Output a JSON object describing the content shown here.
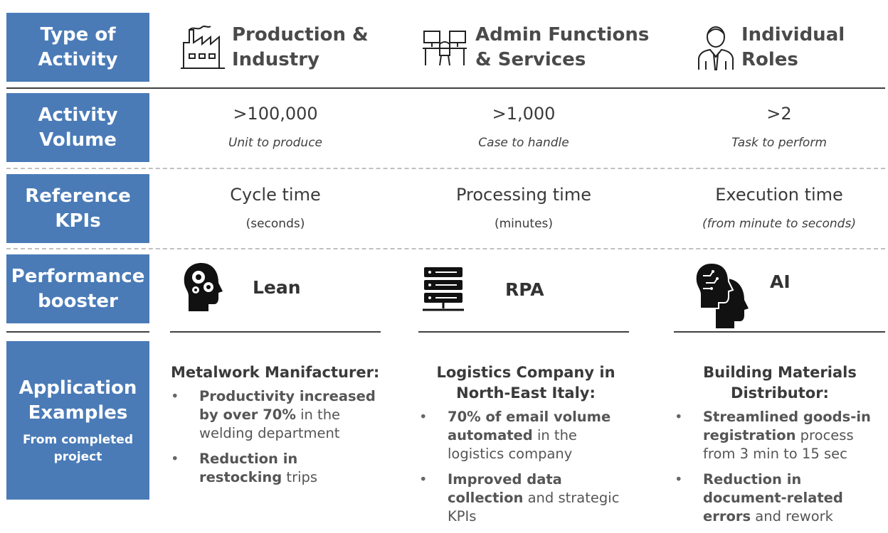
{
  "labels": {
    "type": [
      "Type of",
      "Activity"
    ],
    "volume": [
      "Activity",
      "Volume"
    ],
    "kpis": [
      "Reference",
      "KPIs"
    ],
    "booster": [
      "Performance",
      "booster"
    ],
    "examples": [
      "Application",
      "Examples"
    ],
    "examples_sub": [
      "From completed",
      "project"
    ]
  },
  "columns": [
    {
      "title": [
        "Production &",
        "Industry"
      ],
      "icon": "factory-icon",
      "volume": ">100,000",
      "volume_unit": "Unit to produce",
      "kpi": "Cycle time",
      "kpi_unit": "(seconds)",
      "booster_icon": "head-gears-icon",
      "booster": "Lean",
      "example_head": [
        "Metalwork Manifacturer:"
      ],
      "bullets": [
        {
          "bold": "Productivity increased by over 70%",
          "rest": " in the welding department"
        },
        {
          "bold": "Reduction in restocking",
          "rest": " trips"
        }
      ]
    },
    {
      "title": [
        "Admin Functions",
        "& Services"
      ],
      "icon": "office-desk-icon",
      "volume": ">1,000",
      "volume_unit": "Case to handle",
      "kpi": "Processing time",
      "kpi_unit": "(minutes)",
      "booster_icon": "server-icon",
      "booster": "RPA",
      "example_head": [
        "Logistics Company in",
        "North-East Italy:"
      ],
      "bullets": [
        {
          "bold": "70% of email volume automated",
          "rest": " in the logistics company"
        },
        {
          "bold": "Improved data collection",
          "rest": " and strategic KPIs"
        }
      ]
    },
    {
      "title": [
        "Individual",
        "Roles"
      ],
      "icon": "person-icon",
      "volume": ">2",
      "volume_unit": "Task to perform",
      "kpi": "Execution time",
      "kpi_unit": "(from minute to seconds)",
      "booster_icon": "ai-heads-icon",
      "booster": "AI",
      "example_head": [
        "Building Materials",
        "Distributor:"
      ],
      "bullets": [
        {
          "bold": "Streamlined goods-in registration",
          "rest": " process from 3 min to 15 sec"
        },
        {
          "bold": "Reduction in document-related errors",
          "rest": " and rework"
        }
      ]
    }
  ]
}
